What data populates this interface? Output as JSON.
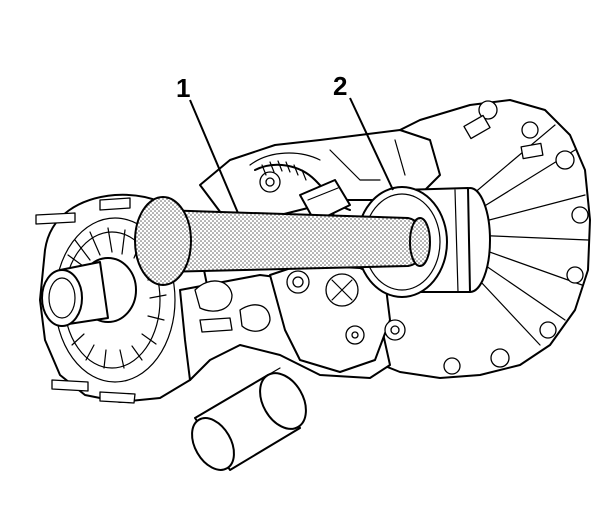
{
  "callouts": [
    {
      "label": "1",
      "target": "tool-shaft"
    },
    {
      "label": "2",
      "target": "output-seal-installer"
    }
  ]
}
